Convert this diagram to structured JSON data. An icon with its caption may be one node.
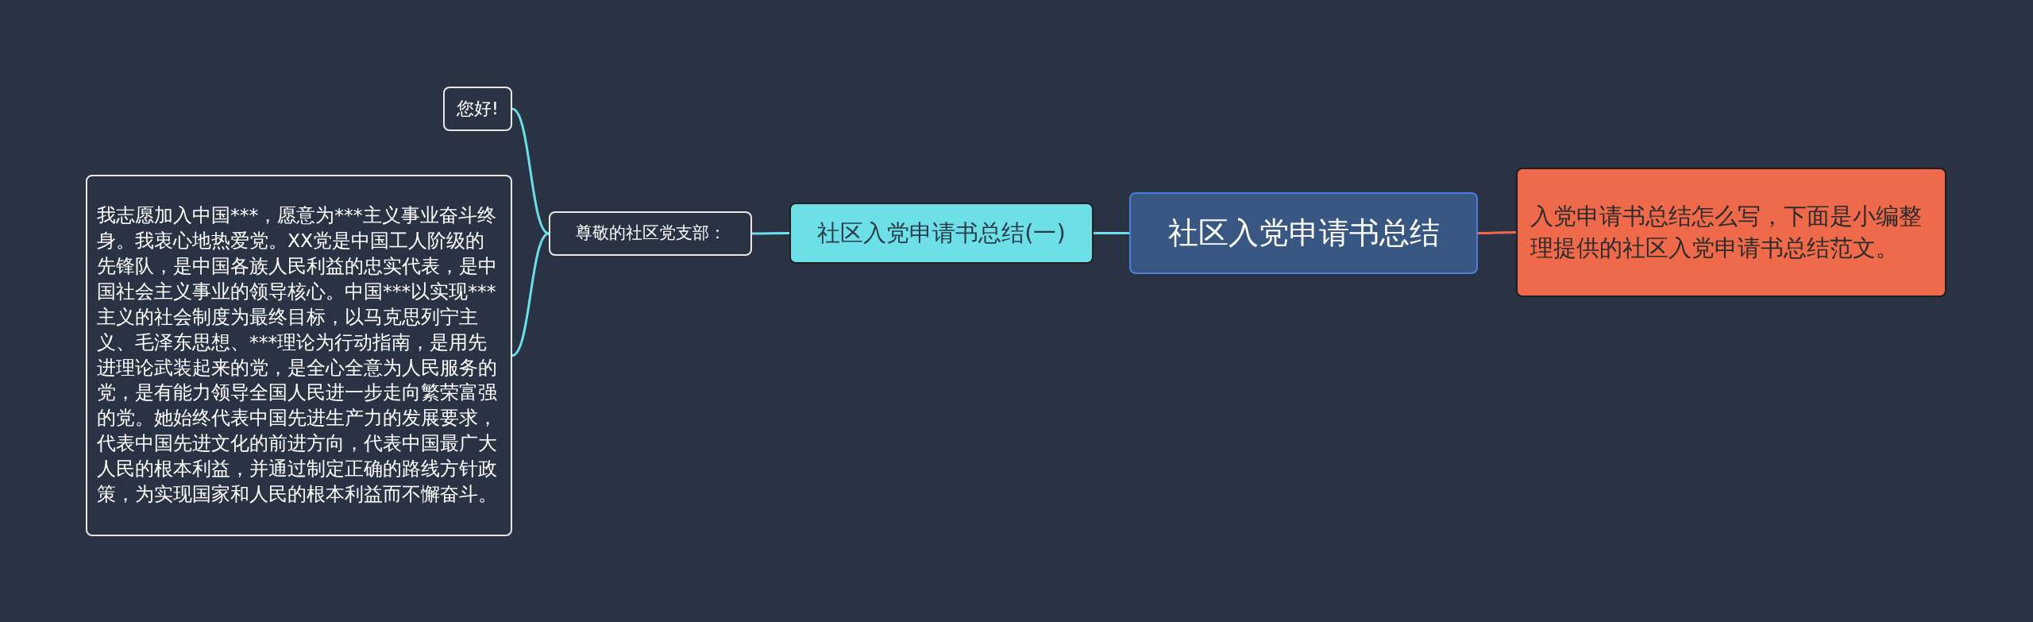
{
  "diagram": {
    "nodes": [
      {
        "text": [
          "社区入党申请书总结"
        ]
      },
      {
        "text": [
          "入党申请书总结怎么写，下面是小编整理提供的社区入党申请书总结范文。"
        ]
      },
      {
        "text": [
          "社区入党申请书总结(一)"
        ]
      },
      {
        "text": [
          "尊敬的社区党支部："
        ]
      },
      {
        "text": [
          "您好!"
        ]
      },
      {
        "text": [
          "我志愿加入中国***，愿意为***主义事业奋斗终身。我衷心地热爱党。XX党是中国工人阶级的先锋队，是中国各族人民利益的忠实代表，是中国社会主义事业的领导核心。中国***以实现***主义的社会制度为最终目标，以马克思列宁主义、毛泽东思想、***理论为行动指南，是用先进理论武装起来的党，是全心全意为人民服务的党，是有能力领导全国人民进一步走向繁荣富强的党。她始终代表中国先进生产力的发展要求，代表中国先进文化的前进方向，代表中国最广大人民的根本利益，并通过制定正确的路线方针政策，为实现国家和人民的根本利益而不懈奋斗。"
        ]
      }
    ],
    "edges": [
      {
        "from": 0,
        "to": 1,
        "arrow": "none",
        "color": "#ee6a4b"
      },
      {
        "from": 0,
        "to": 2,
        "arrow": "none"
      },
      {
        "from": 2,
        "to": 3,
        "arrow": "none"
      },
      {
        "from": 3,
        "to": 4,
        "arrow": "none"
      },
      {
        "from": 3,
        "to": 5,
        "arrow": "none"
      }
    ]
  }
}
